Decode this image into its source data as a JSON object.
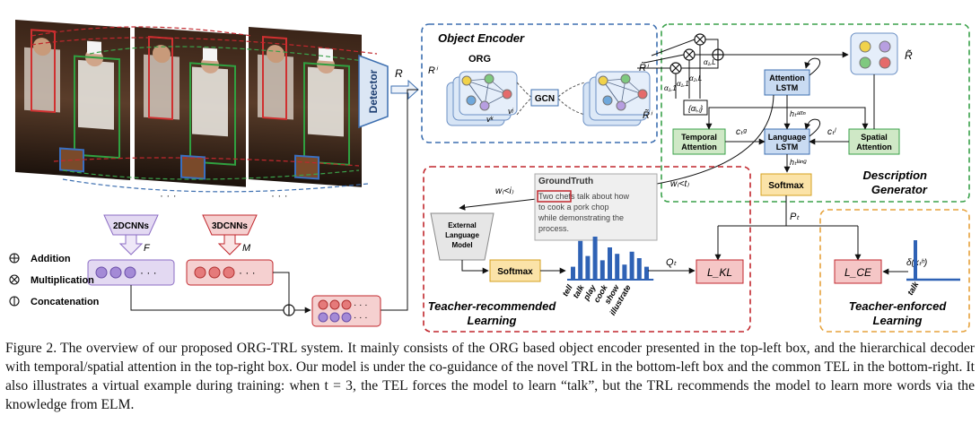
{
  "figure": {
    "detector": "Detector",
    "R": "R",
    "object_encoder": "Object Encoder",
    "org": "ORG",
    "gcn": "GCN",
    "R_i": "Rⁱ",
    "R_tilde_i": "R̃ⁱ",
    "v_j": "vʲ",
    "v_k": "vᵏ",
    "R_tilde": "R̃",
    "alpha_1": "α₁,L",
    "alpha_2": "α₂,L",
    "alpha_3": "α₁,1",
    "alpha_4": "α₁,1",
    "alpha_set": "{αᵢ,ⱼ}",
    "attention_lstm_1": "Attention",
    "attention_lstm_2": "LSTM",
    "h_attn": "hₜᵃᵗᵗⁿ",
    "temporal_1": "Temporal",
    "temporal_2": "Attention",
    "c_g": "cₜᵍ",
    "language_lstm_1": "Language",
    "language_lstm_2": "LSTM",
    "c_l": "cₜˡ",
    "spatial_1": "Spatial",
    "spatial_2": "Attention",
    "h_lang": "hₜˡᵃⁿᵍ",
    "softmax_top": "Softmax",
    "w_lt_t": "w₍<t₎",
    "description_1": "Description",
    "description_2": "Generator",
    "p_t": "Pₜ",
    "groundtruth_title": "GroundTruth",
    "groundtruth_text": [
      "Two chefs talk about how",
      "to cook a pork chop",
      "while demonstrating the",
      "process."
    ],
    "w_lt_i": "w₍<i₎",
    "elm_1": "External",
    "elm_2": "Language",
    "elm_3": "Model",
    "softmax_trl": "Softmax",
    "q_t": "Qₜ",
    "l_kl": "L_KL",
    "word_labels": [
      "tell",
      "talk",
      "play",
      "cook",
      "show",
      "illustrate"
    ],
    "trl_1": "Teacher-recommended",
    "trl_2": "Learning",
    "l_ce": "L_CE",
    "delta": "δ(xₜʰ)",
    "talk": "talk",
    "tel_1": "Teacher-enforced",
    "tel_2": "Learning",
    "cnn2d": "2DCNNs",
    "cnn3d": "3DCNNs",
    "F": "F",
    "M": "M",
    "ellipsis": "· · ·",
    "dots_1": "· · ·",
    "dots_2": "· · ·",
    "legend_add": "Addition",
    "legend_mul": "Multiplication",
    "legend_concat": "Concatenation"
  },
  "caption": {
    "label": "Figure 2.",
    "text": "The overview of our proposed ORG-TRL system. It mainly consists of the ORG based object encoder presented in the top-left box, and the hierarchical decoder with temporal/spatial attention in the top-right box. Our model is under the co-guidance of the novel TRL in the bottom-left box and the common TEL in the bottom-right. It also illustrates a virtual example during training: when t = 3, the TEL forces the model to learn “talk”, but the TRL recommends the model to learn more words via the knowledge from ELM."
  },
  "chart_data": {
    "type": "bar",
    "categories": [
      "tell",
      "talk",
      "play",
      "cook",
      "show",
      "illustrate"
    ],
    "values": [
      0.3,
      0.9,
      0.55,
      1.0,
      0.45,
      0.75,
      0.6,
      0.35,
      0.65,
      0.5,
      0.3
    ]
  },
  "colors": {
    "blue_box": "#3d6fb0",
    "green_box": "#3aa14a",
    "red_box": "#c1272d",
    "orange_box": "#e6a23c",
    "lstm_fill": "#c9dbf2",
    "attn_fill": "#cfe8c6",
    "softmax_fill": "#fbe3a8",
    "loss_fill": "#f5c6c6",
    "bar": "#2f62b5"
  },
  "icons": [
    "addition-icon",
    "multiplication-icon",
    "concatenation-icon"
  ]
}
